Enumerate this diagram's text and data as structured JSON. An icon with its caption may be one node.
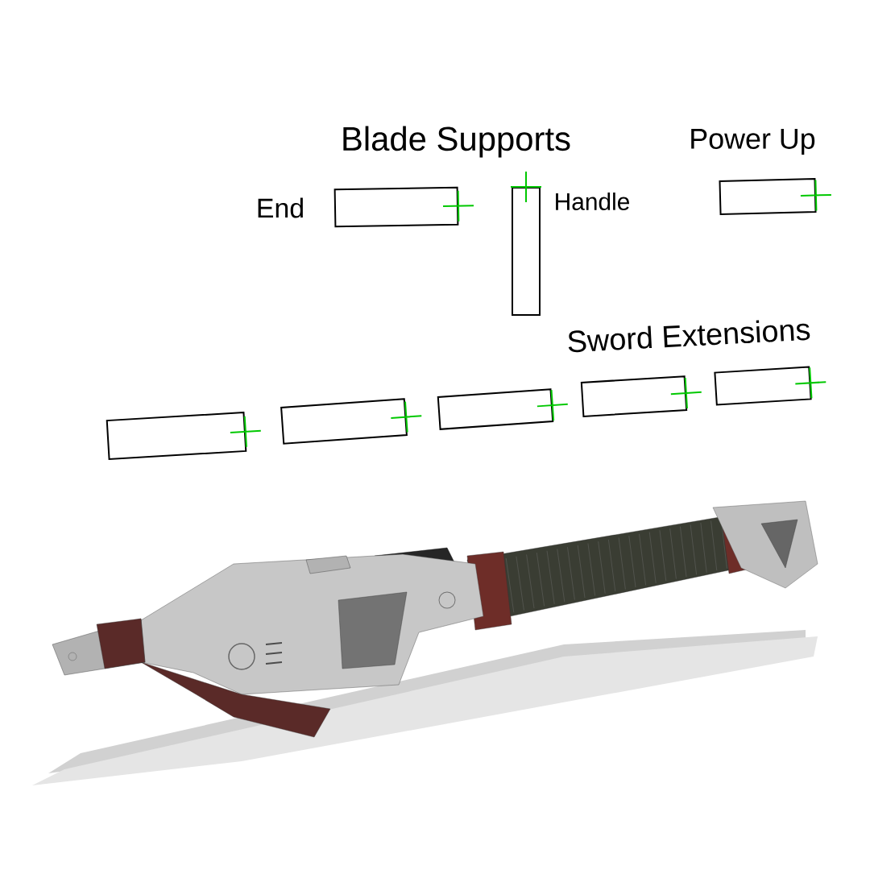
{
  "diagram": {
    "nodes": [
      {
        "text": [],
        "shape": "box",
        "beside": [
          "End"
        ]
      },
      {
        "text": [],
        "shape": "box",
        "beside": [
          "Handle"
        ]
      },
      {
        "text": [],
        "shape": "box",
        "beside": [
          "Power Up"
        ]
      },
      {
        "text": [],
        "shape": "box"
      },
      {
        "text": [],
        "shape": "box"
      },
      {
        "text": [],
        "shape": "box"
      },
      {
        "text": [],
        "shape": "box"
      },
      {
        "text": [],
        "shape": "box"
      }
    ],
    "labels": [
      "Blade Supports",
      "Sword Extensions"
    ]
  }
}
